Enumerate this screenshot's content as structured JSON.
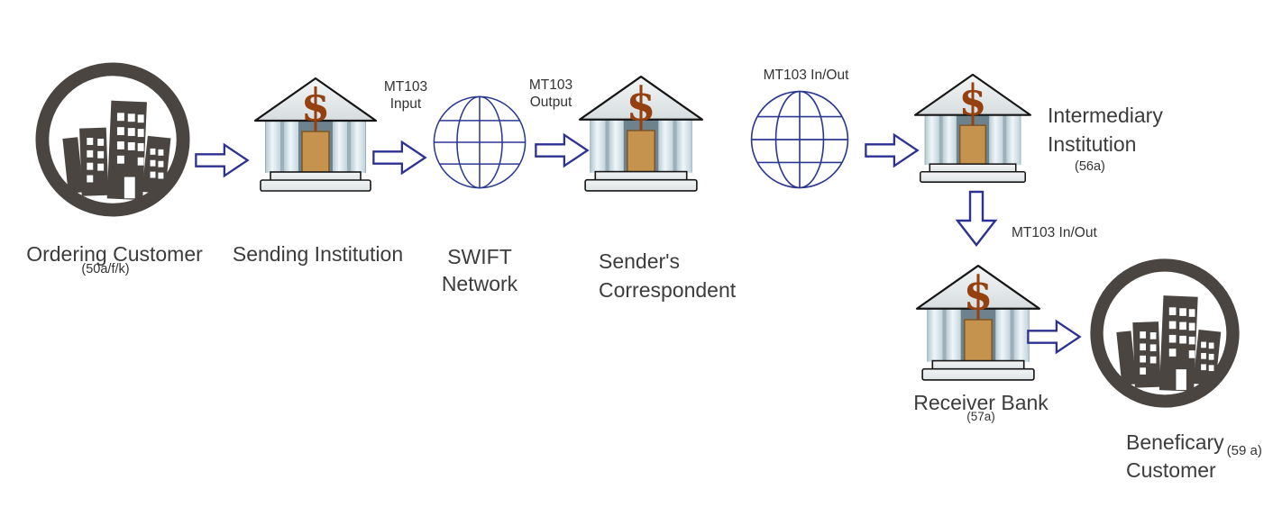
{
  "nodes": {
    "ordering_customer": {
      "label": "Ordering Customer",
      "code": "(50a/f/k)"
    },
    "sending_institution": {
      "label": "Sending Institution"
    },
    "swift_network": {
      "label": "SWIFT\nNetwork"
    },
    "senders_correspondent": {
      "label": "Sender's\nCorrespondent"
    },
    "intermediary_institution": {
      "label": "Intermediary\nInstitution",
      "code": "(56a)"
    },
    "receiver_bank": {
      "label": "Receiver Bank",
      "code": "(57a)"
    },
    "beneficary_customer": {
      "label_line1": "Beneficary",
      "code": "(59 a)",
      "label_line2": "Customer"
    }
  },
  "flow_labels": {
    "mt103_input": "MT103\nInput",
    "mt103_output": "MT103\nOutput",
    "mt103_inout_network": "MT103 In/Out",
    "mt103_inout_receiver": "MT103 In/Out"
  },
  "icons": {
    "customer": "city-buildings-in-circle-icon",
    "bank": "bank-building-with-dollar-icon",
    "globe": "globe-wireframe-icon",
    "arrow": "block-outline-arrow-icon"
  },
  "colors": {
    "arrow_outline": "#2d3192",
    "globe_stroke": "#2b3990",
    "customer_icon": "#4a4540",
    "dollar_sign": "#94400f",
    "bank_door": "#c6934e",
    "bank_recess": "#6d828d",
    "label_text": "#3c3c3c"
  }
}
